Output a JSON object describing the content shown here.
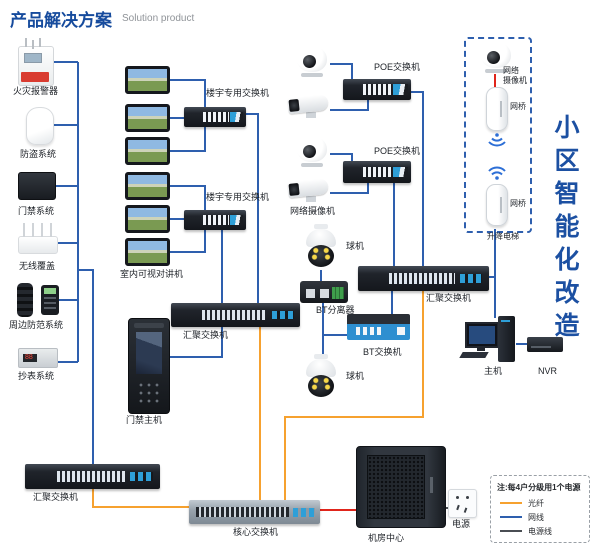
{
  "header": {
    "title_zh": "产品解决方案",
    "title_en": "Solution product"
  },
  "side_banner": {
    "text": "小区智能化改造"
  },
  "left_column": {
    "devices": [
      {
        "label": "火灾报警器"
      },
      {
        "label": "防盗系统"
      },
      {
        "label": "门禁系统"
      },
      {
        "label": "无线覆盖"
      },
      {
        "label": "周边防范系统"
      },
      {
        "label": "抄表系统"
      }
    ],
    "agg_switch_label": "汇聚交换机"
  },
  "intercom_column": {
    "monitors_label": "室内可视对讲机",
    "switch1_label": "楼宇专用交换机",
    "switch2_label": "楼宇专用交换机"
  },
  "camera_column": {
    "poe1_label": "POE交换机",
    "poe2_label": "POE交换机",
    "camera_label": "网络摄像机",
    "ball1_label": "球机",
    "splitter_label": "BT分离器",
    "bt_switch_label": "BT交换机",
    "ball2_label": "球机"
  },
  "center": {
    "mid_agg_switch_label": "汇聚交换机",
    "door_host_label": "门禁主机",
    "core_switch_label": "核心交换机",
    "rack_label": "机房中心",
    "power_label": "电源"
  },
  "right_column": {
    "agg_switch_label": "汇聚交换机",
    "host_label": "主机",
    "nvr_label": "NVR",
    "box_camera_line1": "网络",
    "box_camera_line2": "摄像机",
    "bridge1_label": "网桥",
    "bridge2_label": "网桥",
    "elevator_label": "升降电梯"
  },
  "legend": {
    "note": "注:每4户分级用1个电源",
    "items": [
      {
        "label": "光纤",
        "color": "#f6a12f"
      },
      {
        "label": "网线",
        "color": "#2e5fae"
      },
      {
        "label": "电源线",
        "color": "#4a4e53"
      }
    ]
  },
  "colors": {
    "fiber_line": "#f6a12f",
    "network_line": "#2e5fae",
    "power_line": "#4a4e53",
    "red_line": "#e0251b",
    "accent_blue": "#1c50a2"
  }
}
